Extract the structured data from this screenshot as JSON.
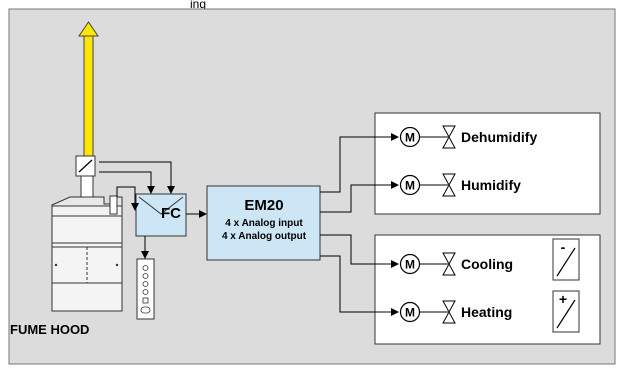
{
  "header_fragment": "ing",
  "controller": {
    "name": "EM20",
    "line1": "4 x Analog input",
    "line2": "4 x Analog output"
  },
  "fan_controller": {
    "name": "FC"
  },
  "fume_hood": {
    "label": "FUME HOOD"
  },
  "outputs": [
    {
      "label": "Dehumidify",
      "device": "M"
    },
    {
      "label": "Humidify",
      "device": "M"
    },
    {
      "label": "Cooling",
      "device": "M"
    },
    {
      "label": "Heating",
      "device": "M"
    }
  ],
  "signs": {
    "minus": "-",
    "plus": "+"
  },
  "colors": {
    "panel": "#dcdcdc",
    "box": "#cce6f5",
    "arrow": "#ffe600",
    "line": "#000000"
  }
}
